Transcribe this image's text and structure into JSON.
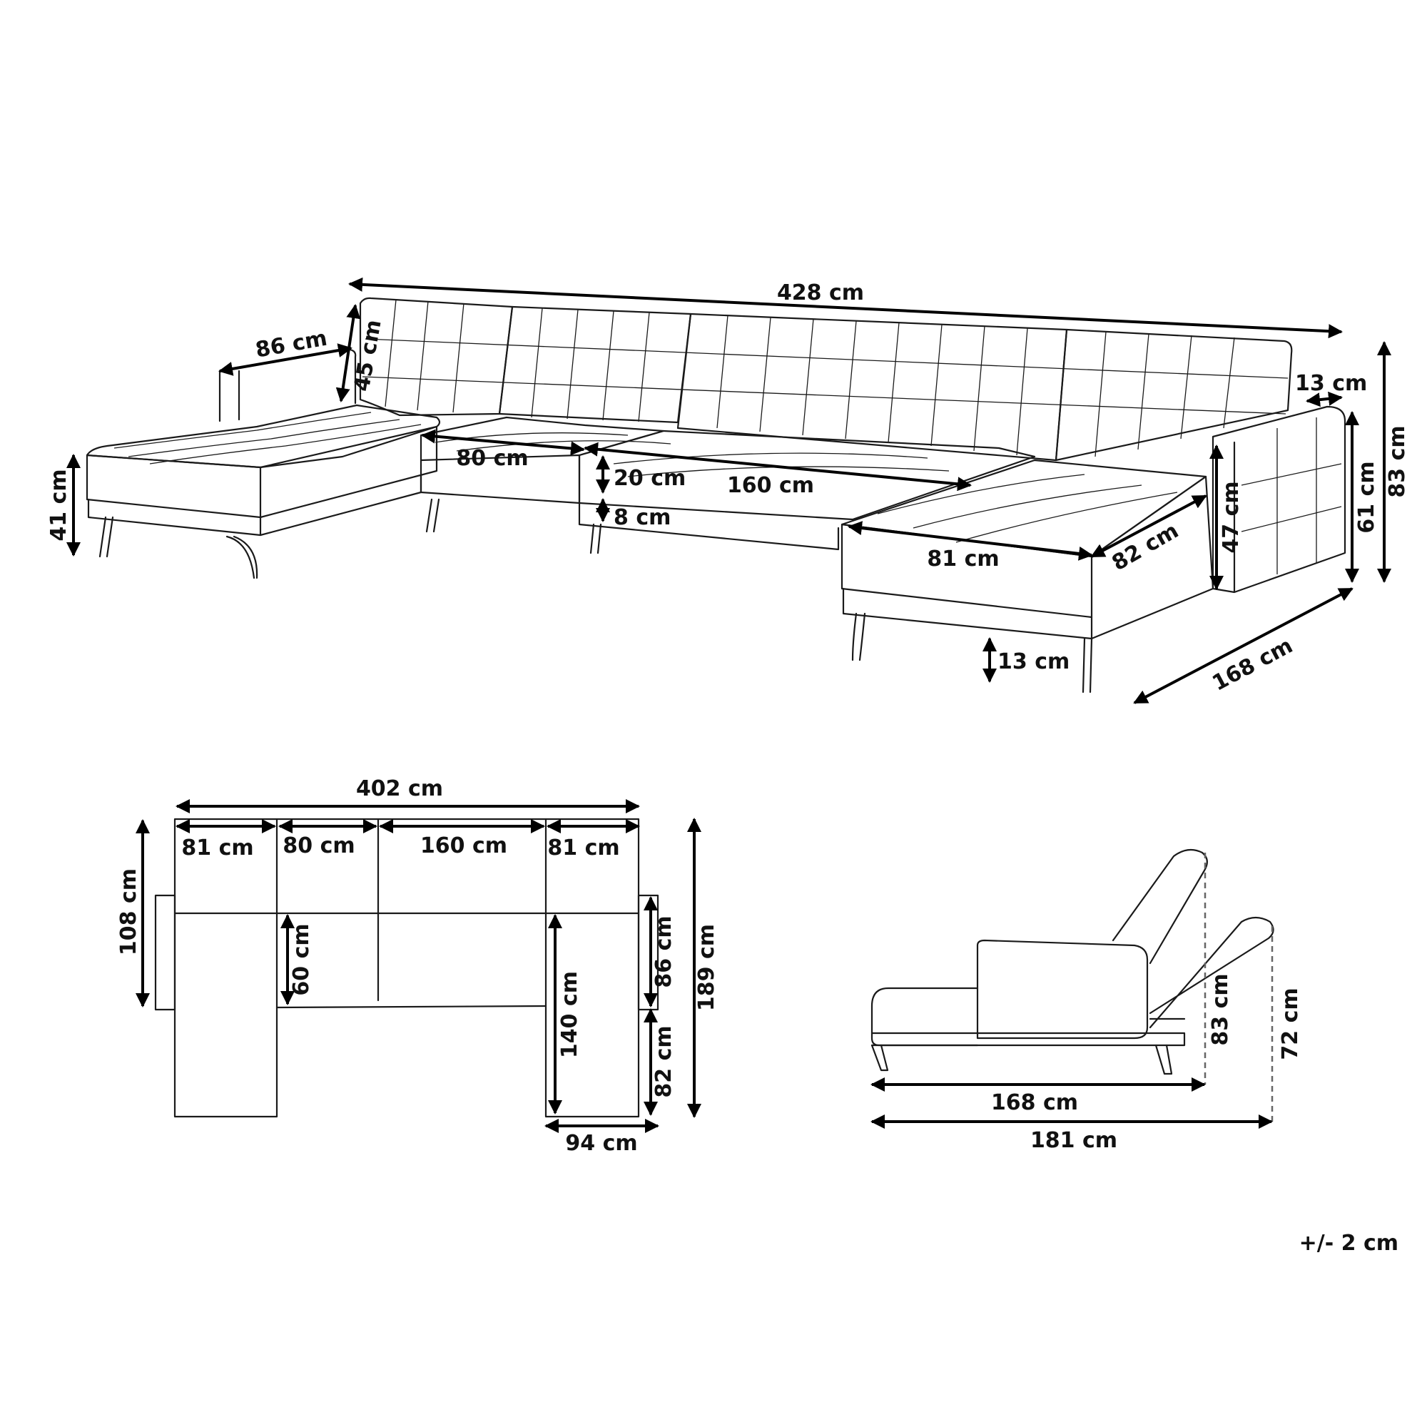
{
  "tolerance": "+/- 2 cm",
  "top_view": {
    "total_width": "428 cm",
    "chaise_depth": "86 cm",
    "back_height": "45 cm",
    "seat_80": "80 cm",
    "cushion_thickness": "20 cm",
    "seat_160": "160 cm",
    "base_thickness": "8 cm",
    "seat_height": "41 cm",
    "arm_width": "13 cm",
    "chaise_width": "81 cm",
    "chaise_seat_depth": "82 cm",
    "arm_height_inner": "47 cm",
    "arm_height": "61 cm",
    "total_height": "83 cm",
    "leg_height": "13 cm",
    "total_depth": "168 cm"
  },
  "plan_view": {
    "total_width": "402 cm",
    "seg1": "81 cm",
    "seg2": "80 cm",
    "seg3": "160 cm",
    "seg4": "81 cm",
    "left_depth": "108 cm",
    "seat_depth": "60 cm",
    "chaise_inner": "140 cm",
    "arm_depth": "86 cm",
    "arm_front": "82 cm",
    "total_depth": "189 cm",
    "chaise_width": "94 cm"
  },
  "side_view": {
    "depth_upright": "168 cm",
    "depth_reclined": "181 cm",
    "height_upright": "83 cm",
    "height_reclined": "72 cm"
  }
}
